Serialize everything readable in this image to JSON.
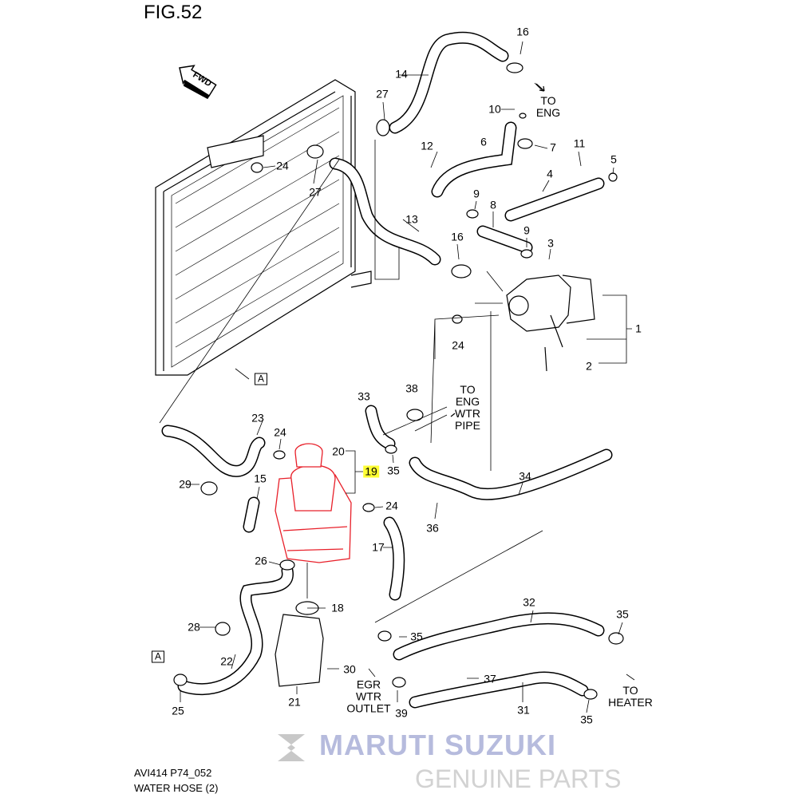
{
  "figure": {
    "title": "FIG.52",
    "code": "AVI414 P74_052",
    "name": "WATER HOSE (2)"
  },
  "fwd_label": "FWD",
  "watermark": {
    "brand": "MARUTI SUZUKI",
    "sub": "GENUINE PARTS"
  },
  "callouts": [
    "16",
    "14",
    "27",
    "10",
    "12",
    "6",
    "7",
    "11",
    "5",
    "24",
    "27",
    "4",
    "9",
    "8",
    "9",
    "13",
    "16",
    "3",
    "1",
    "24",
    "2",
    "33",
    "38",
    "23",
    "24",
    "20",
    "19",
    "35",
    "34",
    "29",
    "15",
    "24",
    "36",
    "17",
    "26",
    "18",
    "32",
    "35",
    "28",
    "35",
    "30",
    "22",
    "37",
    "25",
    "21",
    "39",
    "31",
    "35"
  ],
  "ref_marks": [
    "A",
    "A"
  ],
  "notes": {
    "to_eng": "TO\nENG",
    "to_eng_wtr_pipe": "TO\nENG\nWTR\nPIPE",
    "egr_wtr_outlet": "EGR\nWTR\nOUTLET",
    "to_heater": "TO\nHEATER"
  },
  "highlight_color": "#ffff33",
  "reservoir_color": "#e8202a"
}
